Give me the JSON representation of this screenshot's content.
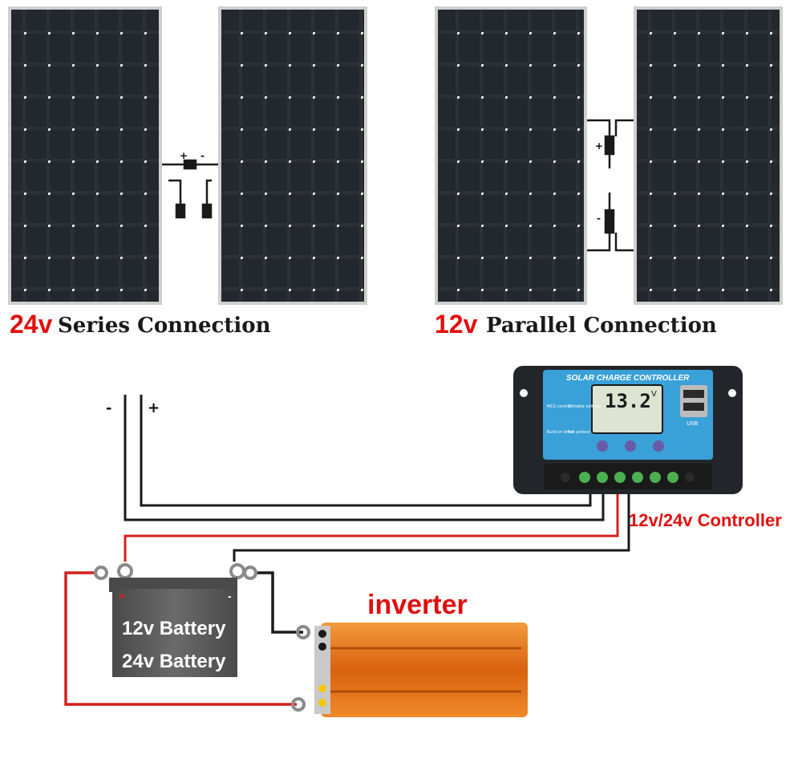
{
  "series_section": {
    "voltage": "24v",
    "label": "Series Connection",
    "plus_mark": "+",
    "minus_mark": "-"
  },
  "parallel_section": {
    "voltage": "12v",
    "label": "Parallel Connection",
    "plus_mark": "+",
    "minus_mark": "-"
  },
  "panel_input": {
    "minus_mark": "-",
    "plus_mark": "+"
  },
  "controller": {
    "title": "SOLAR CHARGE CONTROLLER",
    "display_value": "13.2",
    "display_unit": "V",
    "caption": "12v/24v Controller",
    "icon_labels": [
      "MCU control",
      "Settable voltage",
      "Build-in timer",
      "Full protect"
    ],
    "usb_label": "USB"
  },
  "battery": {
    "line1": "12v Battery",
    "line2": "24v Battery",
    "plus_mark": "+",
    "minus_mark": "-"
  },
  "inverter": {
    "label": "inverter"
  },
  "colors": {
    "wire_red": "#d42020",
    "wire_black": "#1a1a1a",
    "panel": "#1c1f24",
    "controller_blue": "#3aa0d8",
    "inverter_orange": "#e8761e",
    "battery": "#5a5a5a",
    "label_red": "#e01010"
  }
}
